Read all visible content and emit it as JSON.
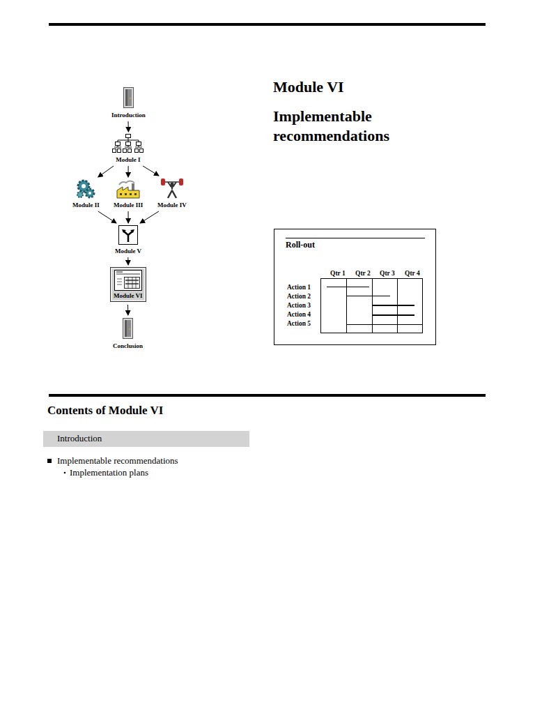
{
  "diagram": {
    "title": "Module VI",
    "nodes": [
      {
        "text": [
          "Introduction"
        ]
      },
      {
        "text": [
          "Module I"
        ]
      },
      {
        "text": [
          "Module II"
        ]
      },
      {
        "text": [
          "Module III"
        ]
      },
      {
        "text": [
          "Module IV"
        ]
      },
      {
        "text": [
          "Module V"
        ]
      },
      {
        "text": [
          "Module VI"
        ]
      },
      {
        "text": [
          "Conclusion"
        ]
      },
      {
        "text": [
          "Roll-out"
        ]
      },
      {
        "text": [
          "Introduction"
        ]
      }
    ],
    "edges": [
      {
        "from": 0,
        "to": 1,
        "arrow": "to"
      },
      {
        "from": 1,
        "to": 2,
        "arrow": "to"
      },
      {
        "from": 1,
        "to": 3,
        "arrow": "to"
      },
      {
        "from": 1,
        "to": 4,
        "arrow": "to"
      },
      {
        "from": 2,
        "to": 5,
        "arrow": "to"
      },
      {
        "from": 3,
        "to": 5,
        "arrow": "to"
      },
      {
        "from": 4,
        "to": 5,
        "arrow": "to"
      },
      {
        "from": 5,
        "to": 6,
        "arrow": "to"
      },
      {
        "from": 6,
        "to": 7,
        "arrow": "to"
      }
    ],
    "labels": [
      "Implementable recommendations",
      "Qtr 1",
      "Qtr 2",
      "Qtr 3",
      "Qtr 4",
      "Action 1",
      "Action 2",
      "Action 3",
      "Action 4",
      "Action 5",
      "Contents of Module VI",
      "Implementable recommendations",
      "Implementation plans"
    ]
  }
}
